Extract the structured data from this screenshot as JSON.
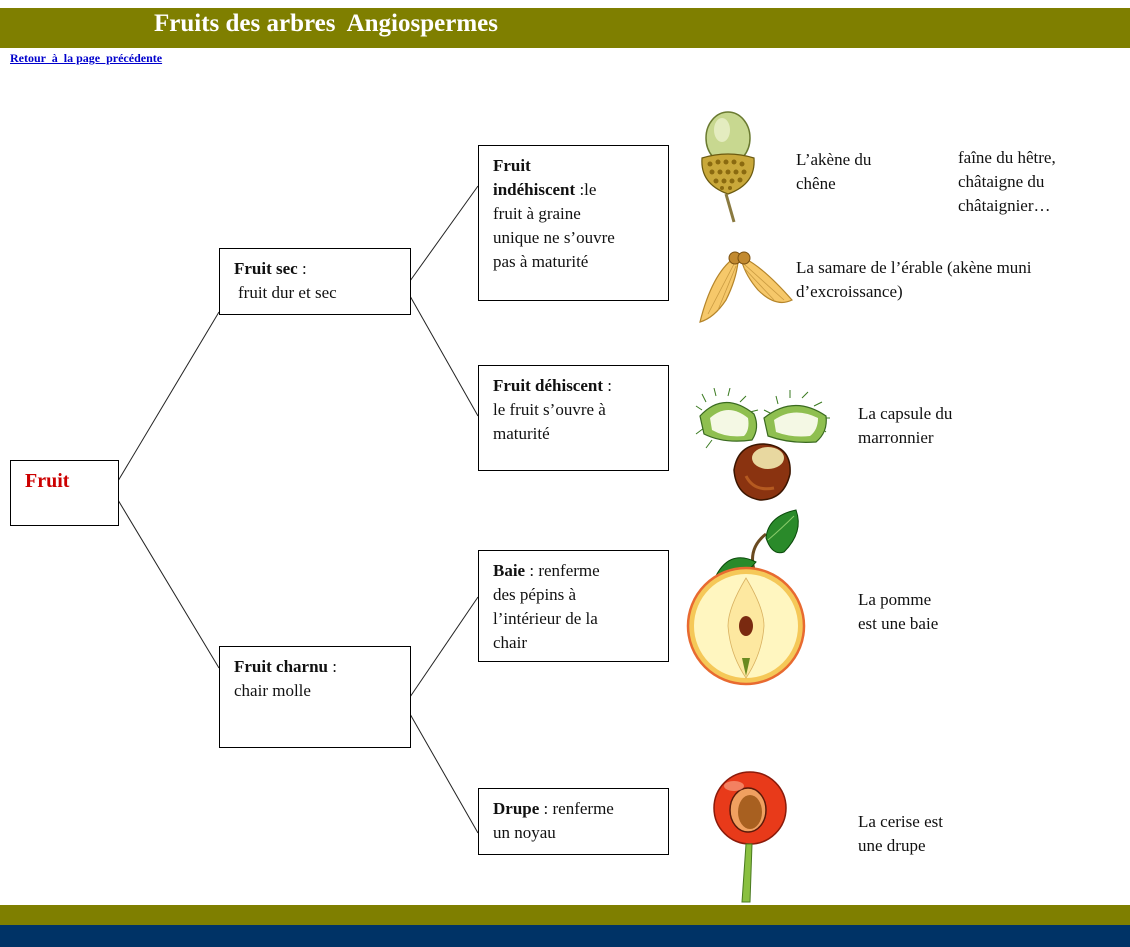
{
  "header": {
    "title": "Fruits des arbres  Angiospermes"
  },
  "nav": {
    "back_link": "Retour  à  la page  précédente"
  },
  "tree": {
    "root": {
      "label": "Fruit"
    },
    "sec": {
      "title": "Fruit sec",
      "desc": " :",
      "desc2": "fruit dur et sec"
    },
    "charnu": {
      "title": "Fruit charnu",
      "desc": " :",
      "desc2": "chair molle"
    },
    "indehiscent": {
      "title1": "Fruit",
      "title2": "indéhiscent",
      "desc": " :le",
      "desc2": "fruit à graine",
      "desc3": "unique ne  s’ouvre",
      "desc4": "pas à maturité"
    },
    "dehiscent": {
      "title": "Fruit déhiscent",
      "desc": " :",
      "desc2": "le fruit s’ouvre à",
      "desc3": "maturité"
    },
    "baie": {
      "title": "Baie",
      "desc": " : renferme",
      "desc2": "des pépins à",
      "desc3": "l’intérieur de la",
      "desc4": "chair"
    },
    "drupe": {
      "title": "Drupe",
      "desc": " : renferme",
      "desc2": "un noyau"
    }
  },
  "captions": {
    "akene_1": "L’akène du",
    "akene_2": "chêne",
    "faine_1": "faîne du hêtre,",
    "faine_2": "châtaigne du",
    "faine_3": "châtaignier…",
    "samare_1": "La samare de l’érable (akène muni",
    "samare_2": "d’excroissance)",
    "capsule_1": "La capsule du",
    "capsule_2": "marronnier",
    "pomme_1": "La pomme",
    "pomme_2": "est une baie",
    "cerise_1": "La cerise est",
    "cerise_2": "une drupe"
  },
  "colors": {
    "header_bg": "#7f7f00",
    "footer_bg": "#003366",
    "root_text": "#cc0000",
    "link": "#0000cc"
  }
}
